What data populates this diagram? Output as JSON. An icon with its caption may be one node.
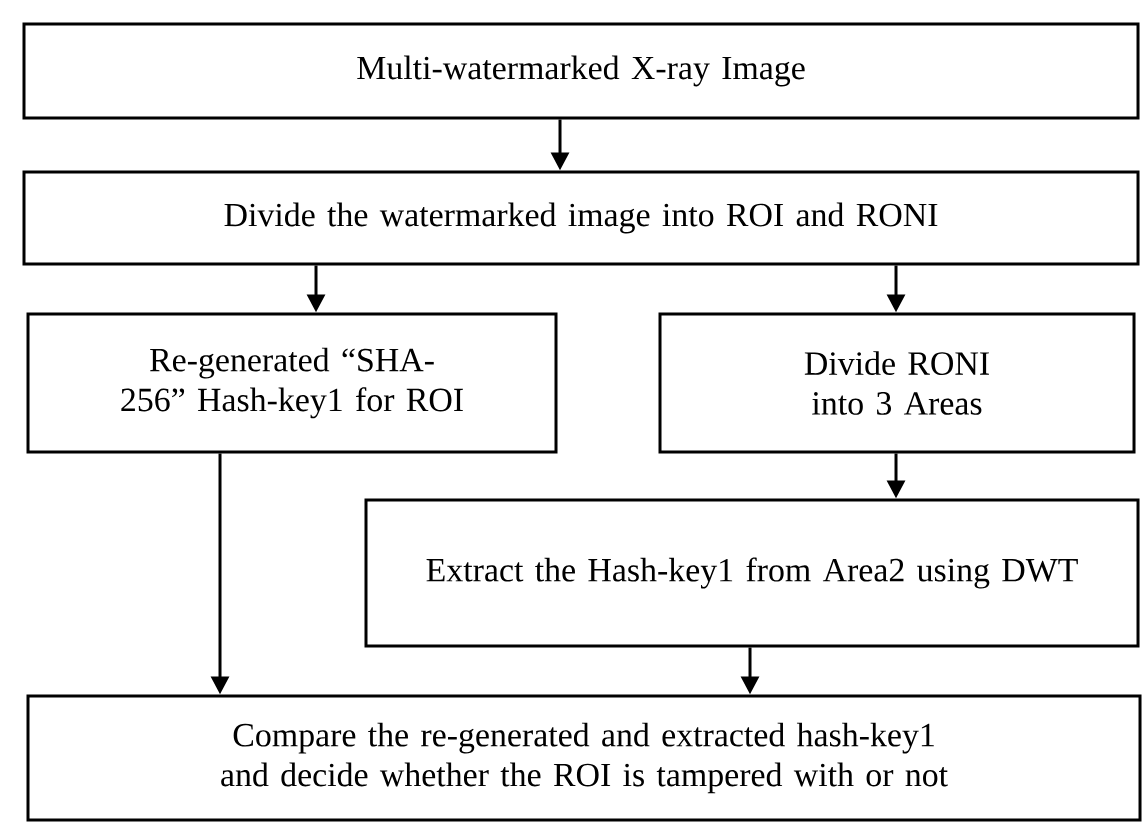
{
  "diagram": {
    "nodes": [
      {
        "text": [
          "Multi-watermarked X-ray Image"
        ]
      },
      {
        "text": [
          "Divide the watermarked image into ROI and RONI"
        ]
      },
      {
        "text": [
          "Re-generated “SHA-256” Hash-key1 for ROI"
        ]
      },
      {
        "text": [
          "Divide RONI into 3 Areas"
        ]
      },
      {
        "text": [
          "Extract the Hash-key1 from Area2 using DWT"
        ]
      },
      {
        "text": [
          "Compare the re-generated and extracted hash-key1 and decide whether the ROI is tampered with or not"
        ]
      }
    ],
    "edges": [
      {
        "from": 0,
        "to": 1,
        "arrow": "to"
      },
      {
        "from": 1,
        "to": 2,
        "arrow": "to"
      },
      {
        "from": 1,
        "to": 3,
        "arrow": "to"
      },
      {
        "from": 3,
        "to": 4,
        "arrow": "to"
      },
      {
        "from": 2,
        "to": 5,
        "arrow": "to"
      },
      {
        "from": 4,
        "to": 5,
        "arrow": "to"
      }
    ]
  }
}
